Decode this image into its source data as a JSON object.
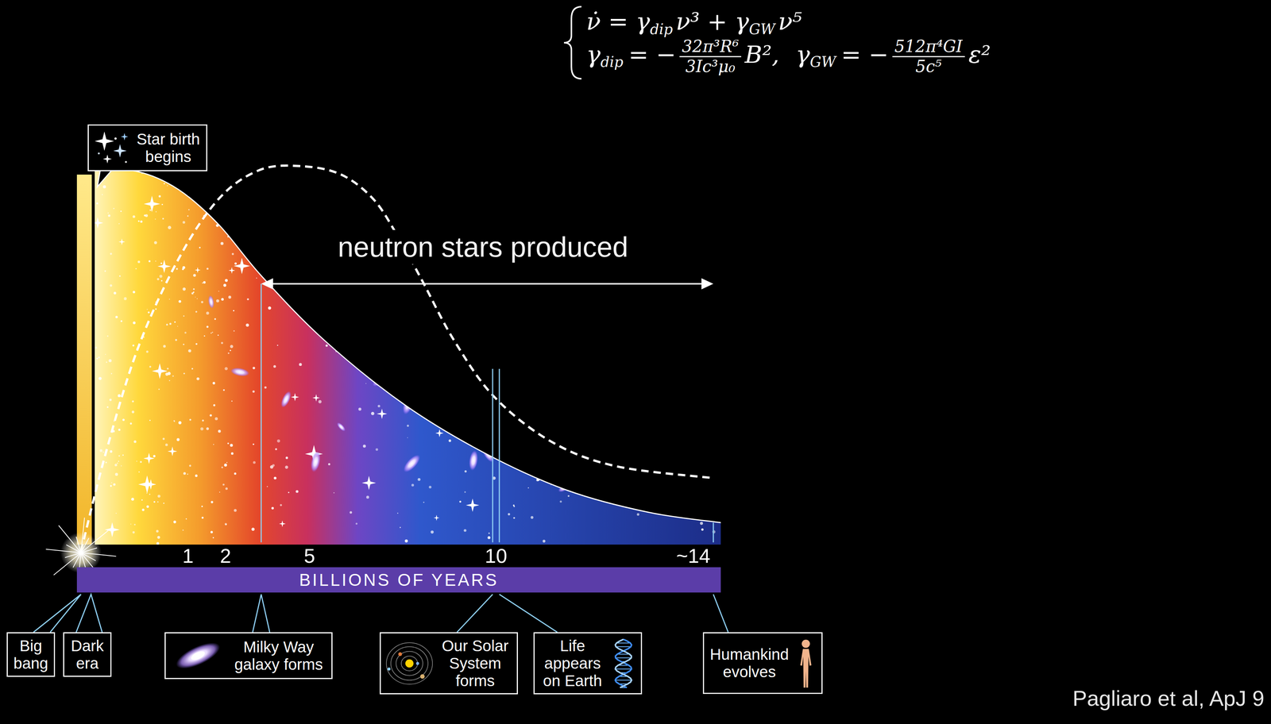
{
  "diagram": {
    "nodes": [
      {
        "text": [
          "Star birth begins"
        ]
      },
      {
        "text": [
          "BILLIONS OF YEARS"
        ]
      },
      {
        "text": [
          "Big bang"
        ]
      },
      {
        "text": [
          "Dark era"
        ]
      },
      {
        "text": [
          "Milky Way galaxy forms"
        ]
      },
      {
        "text": [
          "Our Solar System forms"
        ]
      },
      {
        "text": [
          "Life appears on Earth"
        ]
      },
      {
        "text": [
          "Humankind evolves"
        ]
      }
    ],
    "labels": [
      "ν̇ = γ",
      "dip",
      "ν³ + γ",
      "GW",
      "ν⁵",
      "γ",
      "dip",
      "= −",
      "32π³R⁶",
      "3Ic³μ₀",
      "B²,",
      "γ",
      "GW",
      "= −",
      "512π⁴GI",
      "5c⁵",
      "ε²",
      "neutron stars produced",
      "1",
      "2",
      "5",
      "10",
      "~14",
      "Pagliaro et al, ApJ 9"
    ]
  }
}
